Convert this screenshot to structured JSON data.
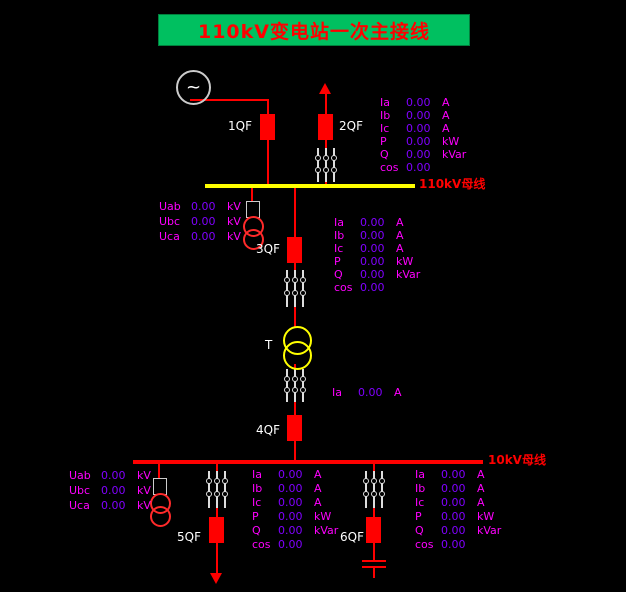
{
  "title": "110kV变电站一次主接线",
  "colors": {
    "background": "#000000",
    "title_background": "#00c060",
    "title_text": "#ff0000",
    "bus_110kv": "#ffff00",
    "bus_10kv": "#ff0000",
    "feeder_line": "#ff0000",
    "breaker_closed": "#ff0000",
    "telemetry_label": "#ff00ff",
    "telemetry_value": "#8000ff",
    "device_label": "#ffffff",
    "transformer_symbol": "#ffff00",
    "pt_symbol": "#ff2a2a",
    "ct_symbol": "#dddddd"
  },
  "buses": {
    "bus110": {
      "label": "110kV母线"
    },
    "bus10": {
      "label": "10kV母线"
    }
  },
  "devices": {
    "generator": {
      "symbol": "~"
    },
    "breaker1": {
      "label": "1QF"
    },
    "breaker2": {
      "label": "2QF"
    },
    "breaker3": {
      "label": "3QF"
    },
    "breaker4": {
      "label": "4QF"
    },
    "breaker5": {
      "label": "5QF"
    },
    "breaker6": {
      "label": "6QF"
    },
    "transformer": {
      "label": "T"
    }
  },
  "measurements": {
    "feeder2": {
      "rows": [
        {
          "label": "Ia",
          "value": "0.00",
          "unit": "A"
        },
        {
          "label": "Ib",
          "value": "0.00",
          "unit": "A"
        },
        {
          "label": "Ic",
          "value": "0.00",
          "unit": "A"
        },
        {
          "label": "P",
          "value": "0.00",
          "unit": "kW"
        },
        {
          "label": "Q",
          "value": "0.00",
          "unit": "kVar"
        },
        {
          "label": "cos",
          "value": "0.00",
          "unit": ""
        }
      ]
    },
    "bus110_voltage": {
      "rows": [
        {
          "label": "Uab",
          "value": "0.00",
          "unit": "kV"
        },
        {
          "label": "Ubc",
          "value": "0.00",
          "unit": "kV"
        },
        {
          "label": "Uca",
          "value": "0.00",
          "unit": "kV"
        }
      ]
    },
    "feeder3": {
      "rows": [
        {
          "label": "Ia",
          "value": "0.00",
          "unit": "A"
        },
        {
          "label": "Ib",
          "value": "0.00",
          "unit": "A"
        },
        {
          "label": "Ic",
          "value": "0.00",
          "unit": "A"
        },
        {
          "label": "P",
          "value": "0.00",
          "unit": "kW"
        },
        {
          "label": "Q",
          "value": "0.00",
          "unit": "kVar"
        },
        {
          "label": "cos",
          "value": "0.00",
          "unit": ""
        }
      ]
    },
    "feeder4": {
      "rows": [
        {
          "label": "Ia",
          "value": "0.00",
          "unit": "A"
        }
      ]
    },
    "bus10_voltage": {
      "rows": [
        {
          "label": "Uab",
          "value": "0.00",
          "unit": "kV"
        },
        {
          "label": "Ubc",
          "value": "0.00",
          "unit": "kV"
        },
        {
          "label": "Uca",
          "value": "0.00",
          "unit": "kV"
        }
      ]
    },
    "feeder5": {
      "rows": [
        {
          "label": "Ia",
          "value": "0.00",
          "unit": "A"
        },
        {
          "label": "Ib",
          "value": "0.00",
          "unit": "A"
        },
        {
          "label": "Ic",
          "value": "0.00",
          "unit": "A"
        },
        {
          "label": "P",
          "value": "0.00",
          "unit": "kW"
        },
        {
          "label": "Q",
          "value": "0.00",
          "unit": "kVar"
        },
        {
          "label": "cos",
          "value": "0.00",
          "unit": ""
        }
      ]
    },
    "feeder6": {
      "rows": [
        {
          "label": "Ia",
          "value": "0.00",
          "unit": "A"
        },
        {
          "label": "Ib",
          "value": "0.00",
          "unit": "A"
        },
        {
          "label": "Ic",
          "value": "0.00",
          "unit": "A"
        },
        {
          "label": "P",
          "value": "0.00",
          "unit": "kW"
        },
        {
          "label": "Q",
          "value": "0.00",
          "unit": "kVar"
        },
        {
          "label": "cos",
          "value": "0.00",
          "unit": ""
        }
      ]
    }
  }
}
